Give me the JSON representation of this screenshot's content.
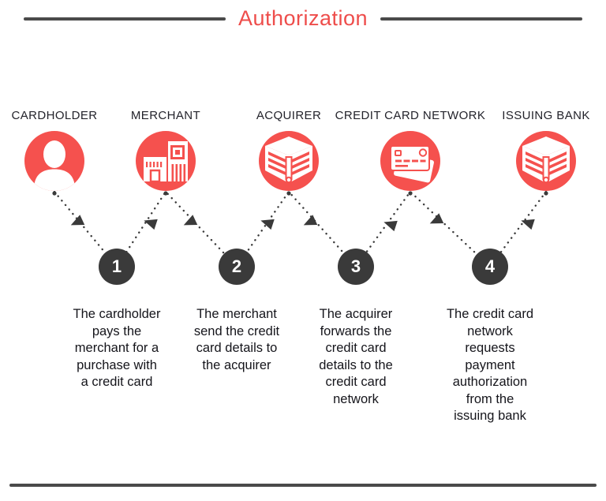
{
  "title": {
    "text": "Authorization"
  },
  "colors": {
    "accent_red": "#ee4d4b",
    "icon_circle_red": "#f5514e",
    "dark_gray": "#3a3a3a",
    "rule_gray": "#4a4a4a",
    "label_color": "#23232b",
    "body_text": "#15151b"
  },
  "entities": [
    {
      "label": "CARDHOLDER",
      "icon": "person-icon"
    },
    {
      "label": "MERCHANT",
      "icon": "storefront-icon"
    },
    {
      "label": "ACQUIRER",
      "icon": "bank-icon"
    },
    {
      "label": "CREDIT CARD NETWORK",
      "icon": "credit-cards-icon"
    },
    {
      "label": "ISSUING BANK",
      "icon": "bank-icon"
    }
  ],
  "steps": [
    {
      "number": "1",
      "description": "The cardholder\npays the\nmerchant for a\npurchase with\na credit card"
    },
    {
      "number": "2",
      "description": "The merchant\nsend the credit\ncard details to\nthe acquirer"
    },
    {
      "number": "3",
      "description": "The acquirer\nforwards the\ncredit card\ndetails to the\ncredit card\nnetwork"
    },
    {
      "number": "4",
      "description": "The credit card\nnetwork\nrequests\npayment\nauthorization\nfrom the\nissuing bank"
    }
  ]
}
